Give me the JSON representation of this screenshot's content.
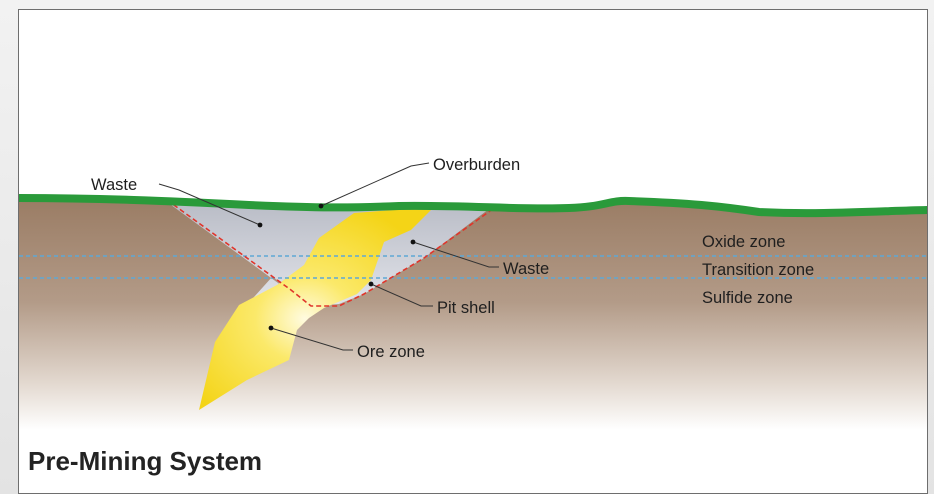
{
  "diagram": {
    "labels": {
      "waste_left": "Waste",
      "overburden": "Overburden",
      "oxide_zone": "Oxide zone",
      "waste_right": "Waste",
      "transition_zone": "Transition zone",
      "sulfide_zone": "Sulfide zone",
      "pit_shell": "Pit shell",
      "ore_zone": "Ore zone"
    },
    "caption": "Pre-Mining System"
  },
  "colors": {
    "ground_top": "#9c7e67",
    "ground_bottom": "#ffffff",
    "overburden": "#2a9a3a",
    "ore": "#f7dc22",
    "waste": "#c9ccd4",
    "pit_shell": "#e0352b",
    "zone_boundary": "#5ea8d6",
    "leader_line": "#333333"
  }
}
